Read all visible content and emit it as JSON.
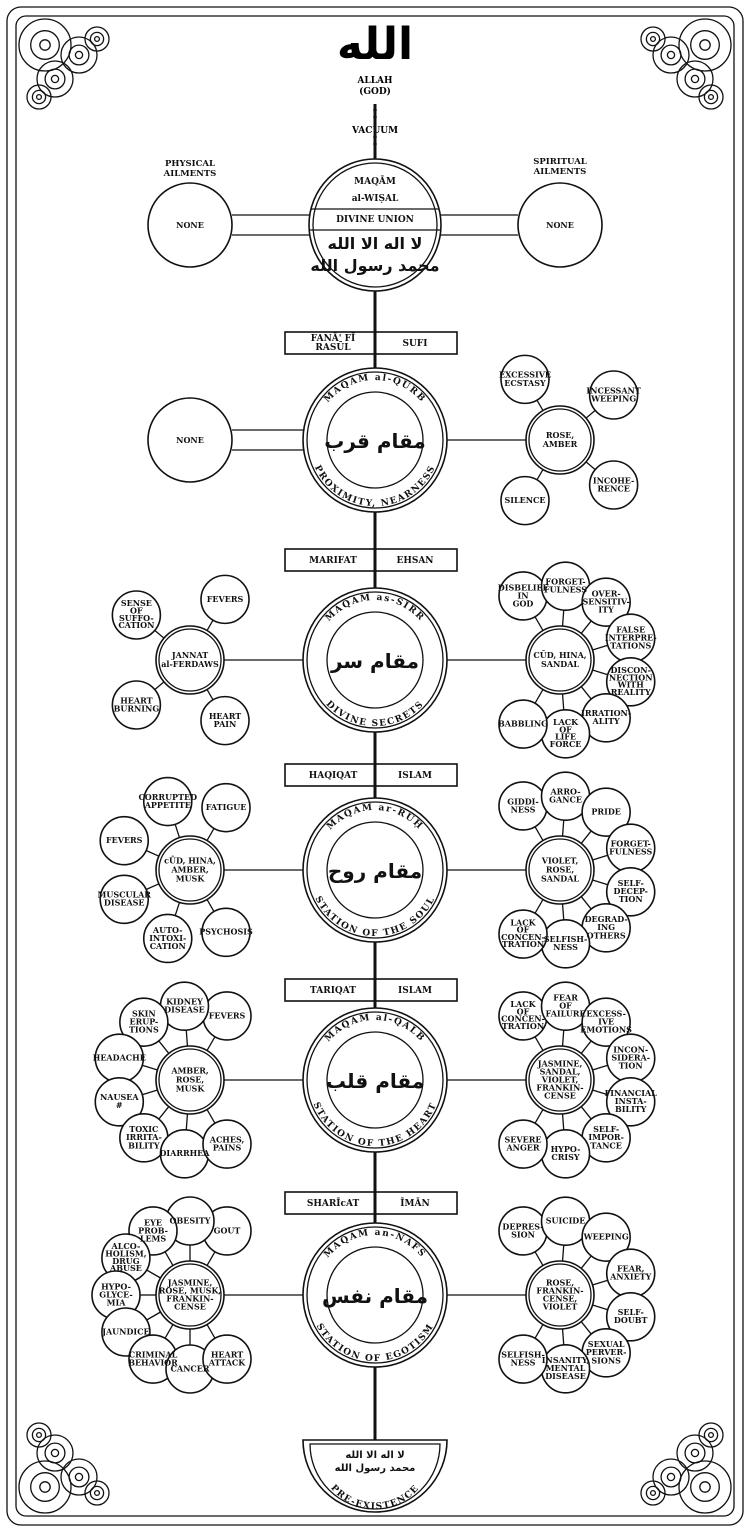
{
  "top": {
    "allah_arabic": "الله",
    "allah": "ALLAH",
    "god": "(GOD)",
    "vacuum": "VACUUM",
    "physical_header": [
      "PHYSICAL",
      "AILMENTS"
    ],
    "spiritual_header": [
      "SPIRITUAL",
      "AILMENTS"
    ]
  },
  "stations": [
    {
      "kind": "union",
      "lines": [
        "MAQĀM",
        "al-WIṢAL",
        "DIVINE UNION"
      ],
      "arabic": [
        "لا اله الا الله",
        "محمد رسول الله"
      ],
      "left_center": [
        "NONE"
      ],
      "left_items": [],
      "right_center": [
        "NONE"
      ],
      "right_items": []
    },
    {
      "kind": "ring",
      "ring_top": "MAQĀM al-QURB",
      "ring_bottom": "PROXIMITY, NEARNESS",
      "arabic": [
        "مقام قرب"
      ],
      "left_center": [
        "NONE"
      ],
      "left_items": [],
      "right_center": [
        "ROSE,",
        "AMBER"
      ],
      "right_items": [
        [
          "EXCESSIVE",
          "ECSTASY"
        ],
        [
          "INCESSANT",
          "WEEPING"
        ],
        [
          "INCOHE-",
          "RENCE"
        ],
        [
          "SILENCE"
        ]
      ]
    },
    {
      "kind": "ring",
      "ring_top": "MAQĀM as-SIRR",
      "ring_bottom": "DIVINE SECRETS",
      "arabic": [
        "مقام سر"
      ],
      "left_center": [
        "JANNAT",
        "al-FERDAWS"
      ],
      "left_items": [
        [
          "FEVERS"
        ],
        [
          "SENSE",
          "OF",
          "SUFFO-",
          "CATION"
        ],
        [
          "HEART",
          "BURNING"
        ],
        [
          "HEART",
          "PAIN"
        ]
      ],
      "right_center": [
        "CŪD, HINA,",
        "SANDAL"
      ],
      "right_items": [
        [
          "DISBELIEF",
          "IN",
          "GOD"
        ],
        [
          "FORGET-",
          "FULNESS"
        ],
        [
          "OVER-",
          "SENSITIV-",
          "ITY"
        ],
        [
          "FALSE",
          "INTERPRE-",
          "TATIONS"
        ],
        [
          "DISCON-",
          "NECTION",
          "WITH",
          "REALITY"
        ],
        [
          "IRRATION-",
          "ALITY"
        ],
        [
          "LACK",
          "OF",
          "LIFE",
          "FORCE"
        ],
        [
          "BABBLING"
        ]
      ]
    },
    {
      "kind": "ring",
      "ring_top": "MAQĀM ar-RŪḤ",
      "ring_bottom": "STATION OF THE SOUL",
      "arabic": [
        "مقام روح"
      ],
      "left_center": [
        "cŪD, HINA,",
        "AMBER,",
        "MUSK"
      ],
      "left_items": [
        [
          "FATIGUE"
        ],
        [
          "CORRUPTED",
          "APPETITE"
        ],
        [
          "FEVERS"
        ],
        [
          "MUSCULAR",
          "DISEASE"
        ],
        [
          "AUTO-",
          "INTOXI-",
          "CATION"
        ],
        [
          "PSYCHOSIS"
        ]
      ],
      "right_center": [
        "VIOLET,",
        "ROSE,",
        "SANDAL"
      ],
      "right_items": [
        [
          "GIDDI-",
          "NESS"
        ],
        [
          "ARRO-",
          "GANCE"
        ],
        [
          "PRIDE"
        ],
        [
          "FORGET-",
          "FULNESS"
        ],
        [
          "SELF-",
          "DECEP-",
          "TION"
        ],
        [
          "DEGRAD-",
          "ING",
          "OTHERS"
        ],
        [
          "SELFISH-",
          "NESS"
        ],
        [
          "LACK",
          "OF",
          "CONCEN-",
          "TRATION"
        ]
      ]
    },
    {
      "kind": "ring",
      "ring_top": "MAQĀM al-QALB",
      "ring_bottom": "STATION OF THE HEART",
      "arabic": [
        "مقام قلب"
      ],
      "left_center": [
        "AMBER,",
        "ROSE,",
        "MUSK"
      ],
      "left_items": [
        [
          "FEVERS"
        ],
        [
          "KIDNEY",
          "DISEASE"
        ],
        [
          "SKIN",
          "ERUP-",
          "TIONS"
        ],
        [
          "HEADACHE"
        ],
        [
          "NAUSEA",
          "#"
        ],
        [
          "TOXIC",
          "IRRITA-",
          "BILITY"
        ],
        [
          "DIARRHEA"
        ],
        [
          "ACHES,",
          "PAINS"
        ]
      ],
      "right_center": [
        "JASMINE,",
        "SANDAL,",
        "VIOLET,",
        "FRANKIN-",
        "CENSE"
      ],
      "right_items": [
        [
          "LACK",
          "OF",
          "CONCEN-",
          "TRATION"
        ],
        [
          "FEAR",
          "OF",
          "FAILURE"
        ],
        [
          "EXCESS-",
          "IVE",
          "EMOTIONS"
        ],
        [
          "INCON-",
          "SIDERA-",
          "TION"
        ],
        [
          "FINANCIAL",
          "INSTA-",
          "BILITY"
        ],
        [
          "SELF-",
          "IMPOR-",
          "TANCE"
        ],
        [
          "HYPO-",
          "CRISY"
        ],
        [
          "SEVERE",
          "ANGER"
        ]
      ]
    },
    {
      "kind": "ring",
      "ring_top": "MAQĀM an-NAFS",
      "ring_bottom": "STATION OF EGOTISM",
      "arabic": [
        "مقام نفس"
      ],
      "left_center": [
        "JASMINE,",
        "ROSE, MUSK,",
        "FRANKIN-",
        "CENSE"
      ],
      "left_items": [
        [
          "GOUT"
        ],
        [
          "OBESITY"
        ],
        [
          "EYE",
          "PROB-",
          "LEMS"
        ],
        [
          "ALCO-",
          "HOLISM,",
          "DRUG",
          "ABUSE"
        ],
        [
          "HYPO-",
          "GLYCE-",
          "MIA"
        ],
        [
          "JAUNDICE"
        ],
        [
          "CRIMINAL",
          "BEHAVIOR"
        ],
        [
          "CANCER"
        ],
        [
          "HEART",
          "ATTACK"
        ]
      ],
      "right_center": [
        "ROSE,",
        "FRANKIN-",
        "CENSE,",
        "VIOLET"
      ],
      "right_items": [
        [
          "DEPRES-",
          "SION"
        ],
        [
          "SUICIDE"
        ],
        [
          "WEEPING"
        ],
        [
          "FEAR,",
          "ANXIETY"
        ],
        [
          "SELF-",
          "DOUBT"
        ],
        [
          "SEXUAL",
          "PERVER-",
          "SIONS"
        ],
        [
          "INSANITY,",
          "MENTAL",
          "DISEASE"
        ],
        [
          "SELFISH-",
          "NESS"
        ]
      ]
    }
  ],
  "bars": [
    {
      "left": [
        "FANĀ' FĪ",
        "RASŪL"
      ],
      "right": [
        "SUFI"
      ]
    },
    {
      "left": [
        "MARIFAT"
      ],
      "right": [
        "EHSAN"
      ]
    },
    {
      "left": [
        "HAQIQAT"
      ],
      "right": [
        "ISLAM"
      ]
    },
    {
      "left": [
        "TARIQAT"
      ],
      "right": [
        "ISLAM"
      ]
    },
    {
      "left": [
        "SHARĪcAT"
      ],
      "right": [
        "ĪMĀN"
      ]
    }
  ],
  "bottom": {
    "arabic": [
      "لا اله الا الله",
      "محمد رسول الله"
    ],
    "label": "PRE-EXISTENCE"
  }
}
